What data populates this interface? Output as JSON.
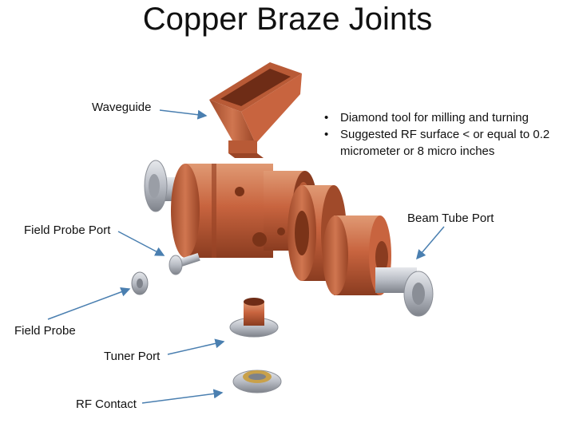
{
  "title": "Copper Braze Joints",
  "labels": {
    "waveguide": "Waveguide",
    "field_probe_port": "Field Probe Port",
    "field_probe": "Field Probe",
    "tuner_port": "Tuner Port",
    "rf_contact": "RF Contact",
    "beam_tube_port": "Beam Tube Port"
  },
  "bullets": [
    "Diamond tool for milling and turning",
    "Suggested RF surface < or equal to 0.2 micrometer or 8 micro inches"
  ],
  "colors": {
    "copper": "#c8643f",
    "copper_dark": "#9a4526",
    "copper_light": "#e0906a",
    "steel": "#b8bcc4",
    "steel_dark": "#8a8e96",
    "arrow": "#4a7fb0"
  }
}
